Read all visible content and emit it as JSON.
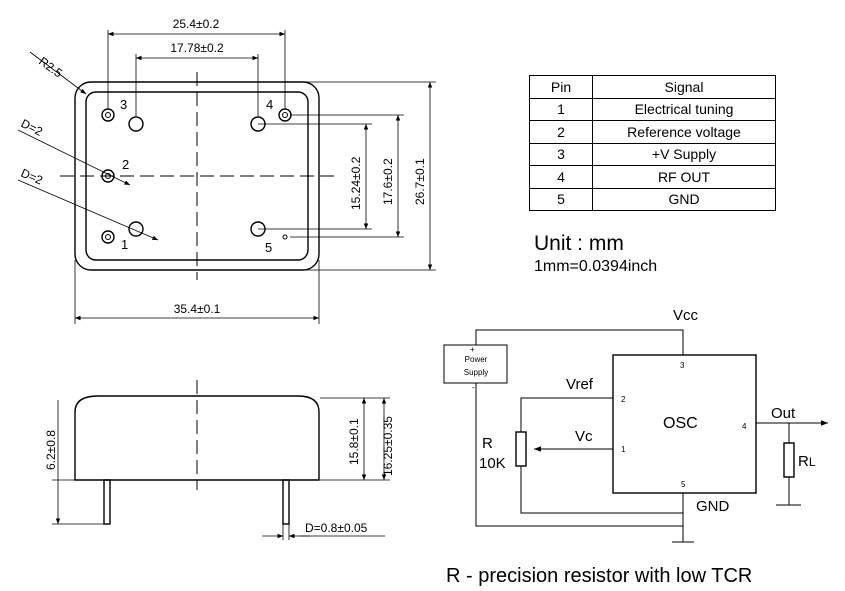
{
  "top_view": {
    "dim_width_outer": "25.4±0.2",
    "dim_width_inner": "17.78±0.2",
    "dim_total_width": "35.4±0.1",
    "dim_radius": "R2.5",
    "dim_hole1": "D=2",
    "dim_hole2": "D=2",
    "dim_height_inner": "15.24±0.2",
    "dim_height_mid": "17.6±0.2",
    "dim_height_outer": "26.7±0.1",
    "pin_labels": [
      "1",
      "2",
      "3",
      "4",
      "5"
    ]
  },
  "side_view": {
    "dim_pin_length": "6.2±0.8",
    "dim_body_height": "15.8±0.1",
    "dim_total_height": "16.25±0.35",
    "dim_pin_diameter": "D=0.8±0.05"
  },
  "pin_table": {
    "headers": [
      "Pin",
      "Signal"
    ],
    "rows": [
      {
        "pin": "1",
        "signal": "Electrical tuning"
      },
      {
        "pin": "2",
        "signal": "Reference voltage"
      },
      {
        "pin": "3",
        "signal": "+V Supply"
      },
      {
        "pin": "4",
        "signal": "RF OUT"
      },
      {
        "pin": "5",
        "signal": "GND"
      }
    ]
  },
  "units": {
    "unit_line": "Unit :  mm",
    "conversion": "1mm=0.0394inch"
  },
  "schematic": {
    "vcc": "Vcc",
    "power_supply_line1": "Power",
    "power_supply_line2": "Supply",
    "plus": "+",
    "minus": "-",
    "vref": "Vref",
    "vc": "Vc",
    "r_label": "R",
    "r_value": "10K",
    "osc": "OSC",
    "out": "Out",
    "rl": "R",
    "rl_sub": "L",
    "gnd": "GND",
    "pin_3": "3",
    "pin_2": "2",
    "pin_1": "1",
    "pin_4": "4",
    "pin_5": "5"
  },
  "footnote": "R - precision resistor with low TCR"
}
